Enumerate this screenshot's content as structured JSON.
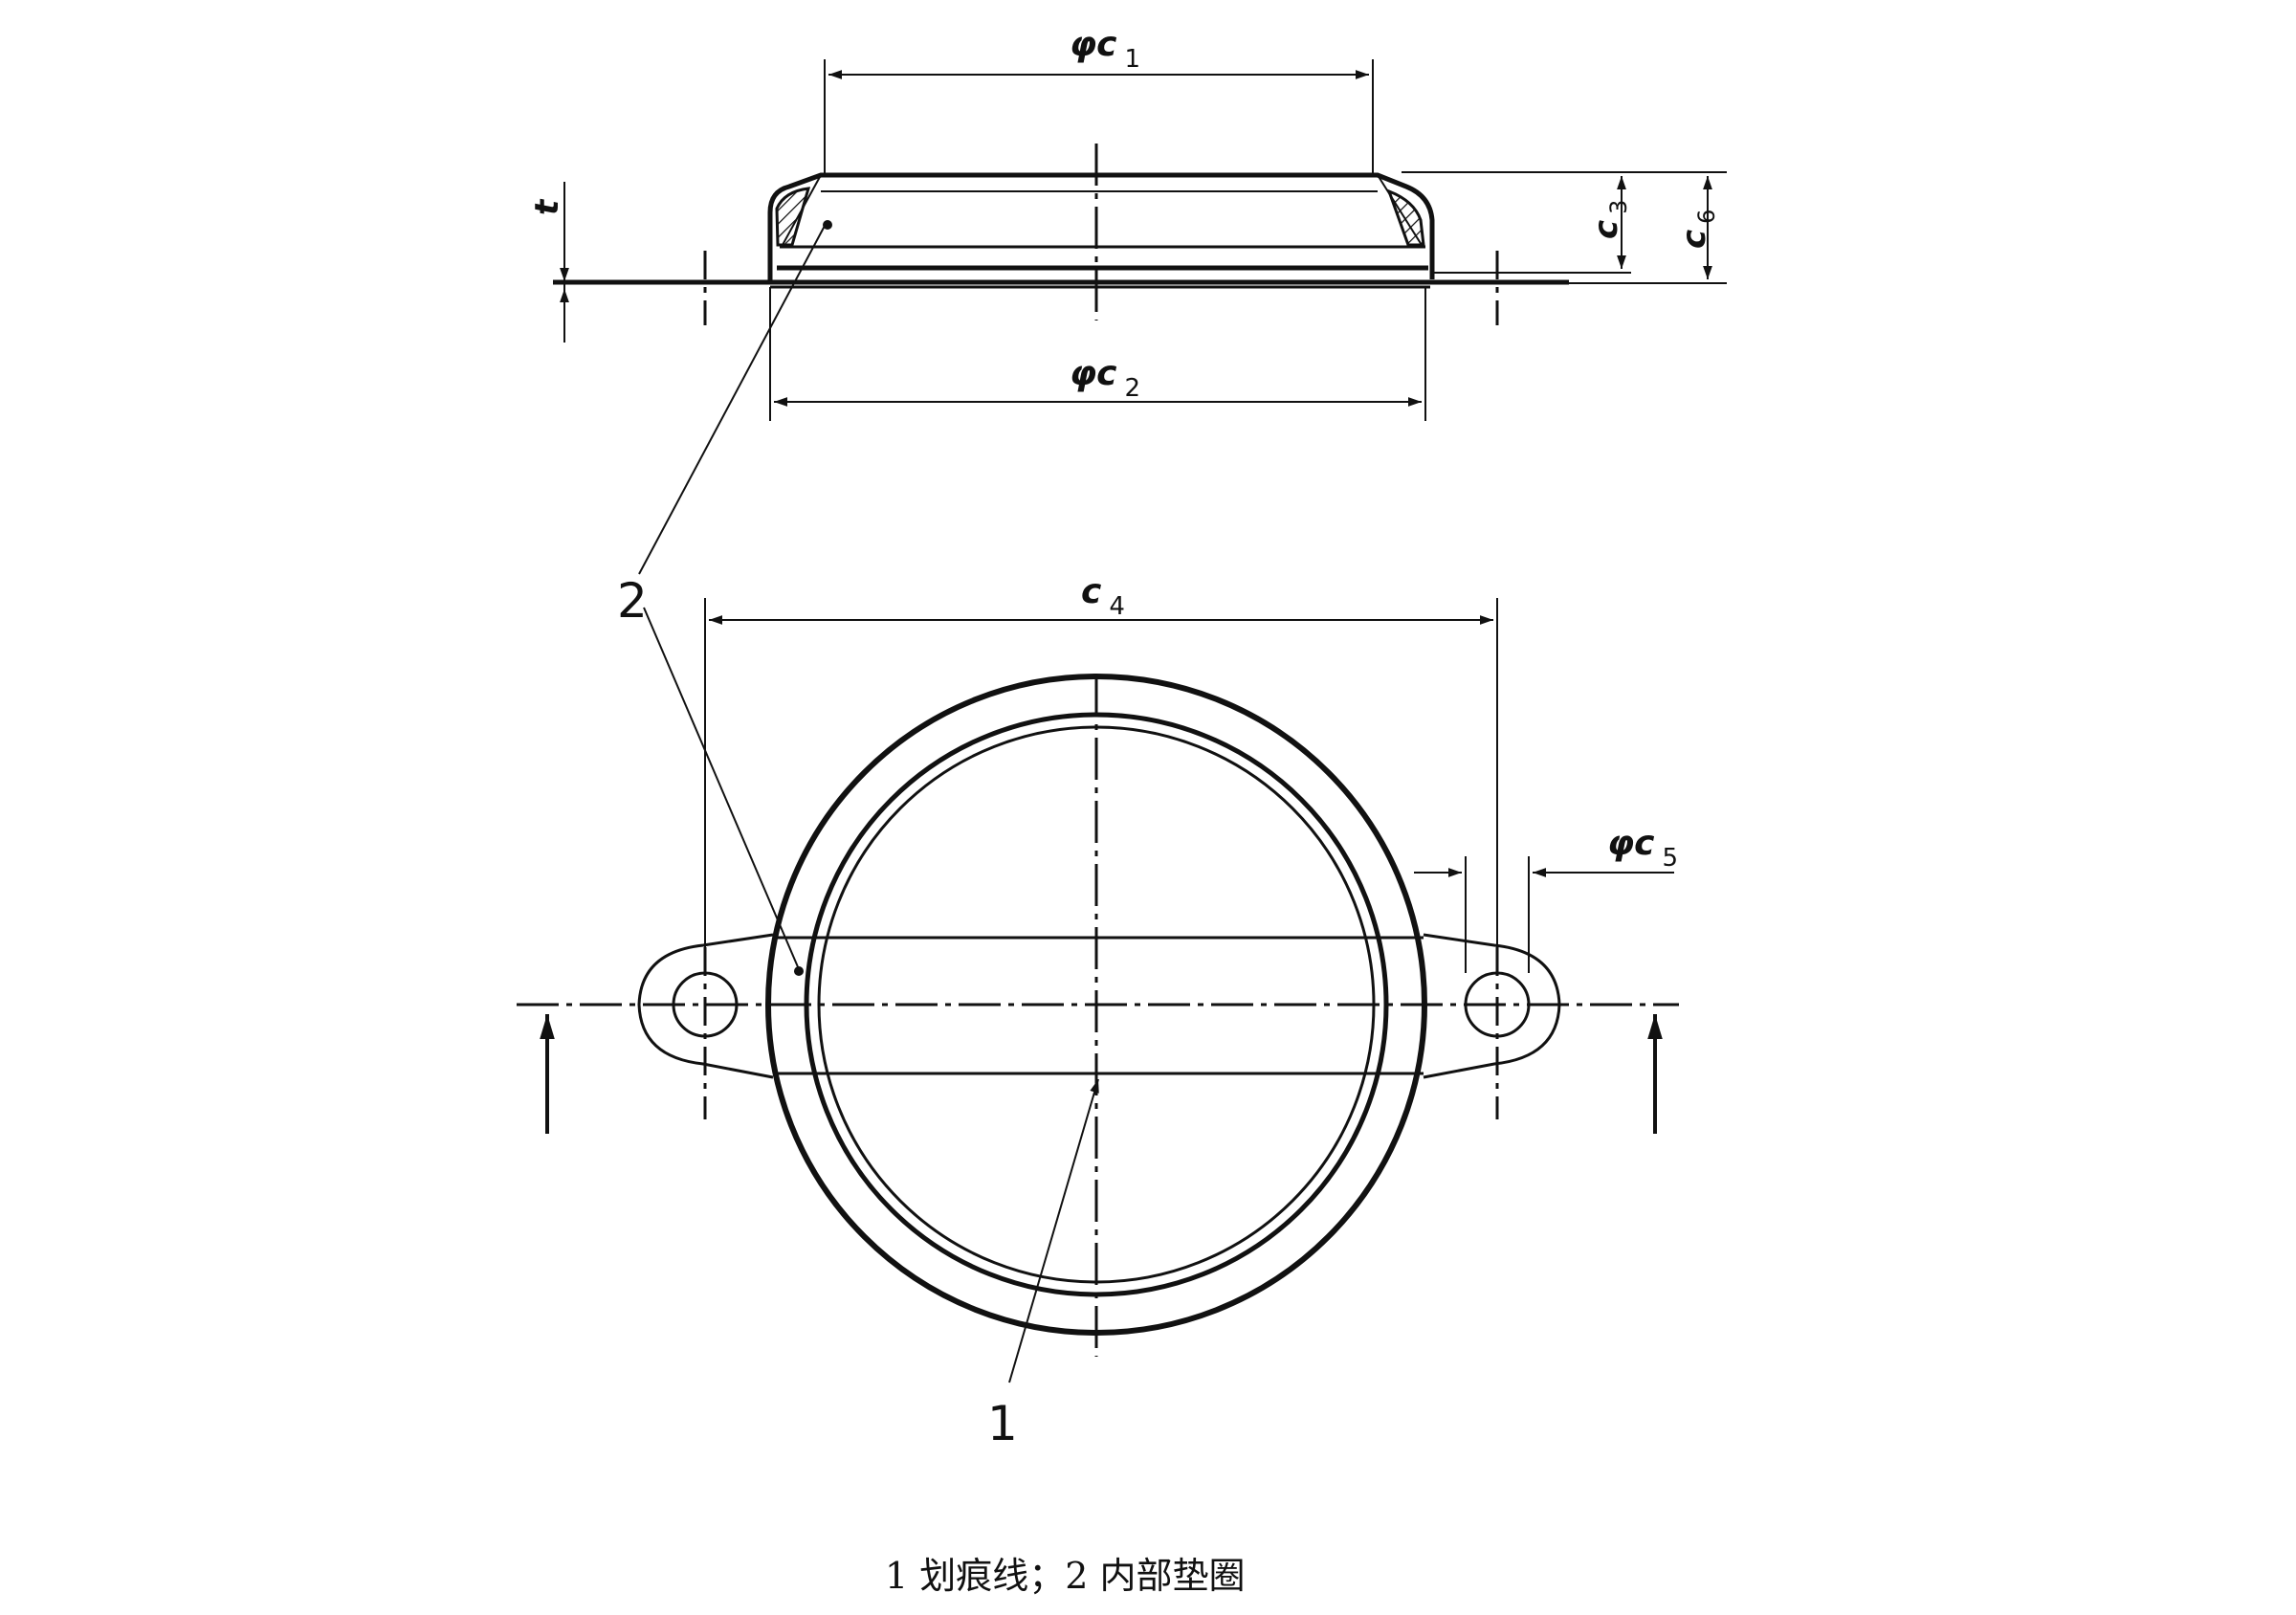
{
  "dimensions": {
    "c1": {
      "symbol": "φc",
      "sub": "1"
    },
    "c2": {
      "symbol": "φc",
      "sub": "2"
    },
    "c3": {
      "symbol": "c",
      "sub": "3"
    },
    "c4": {
      "symbol": "c",
      "sub": "4"
    },
    "c5": {
      "symbol": "φc",
      "sub": "5"
    },
    "c6": {
      "symbol": "c",
      "sub": "6"
    },
    "t": {
      "symbol": "t"
    }
  },
  "callouts": {
    "one": "1",
    "two": "2"
  },
  "caption": "1  划痕线；2  内部垫圈"
}
